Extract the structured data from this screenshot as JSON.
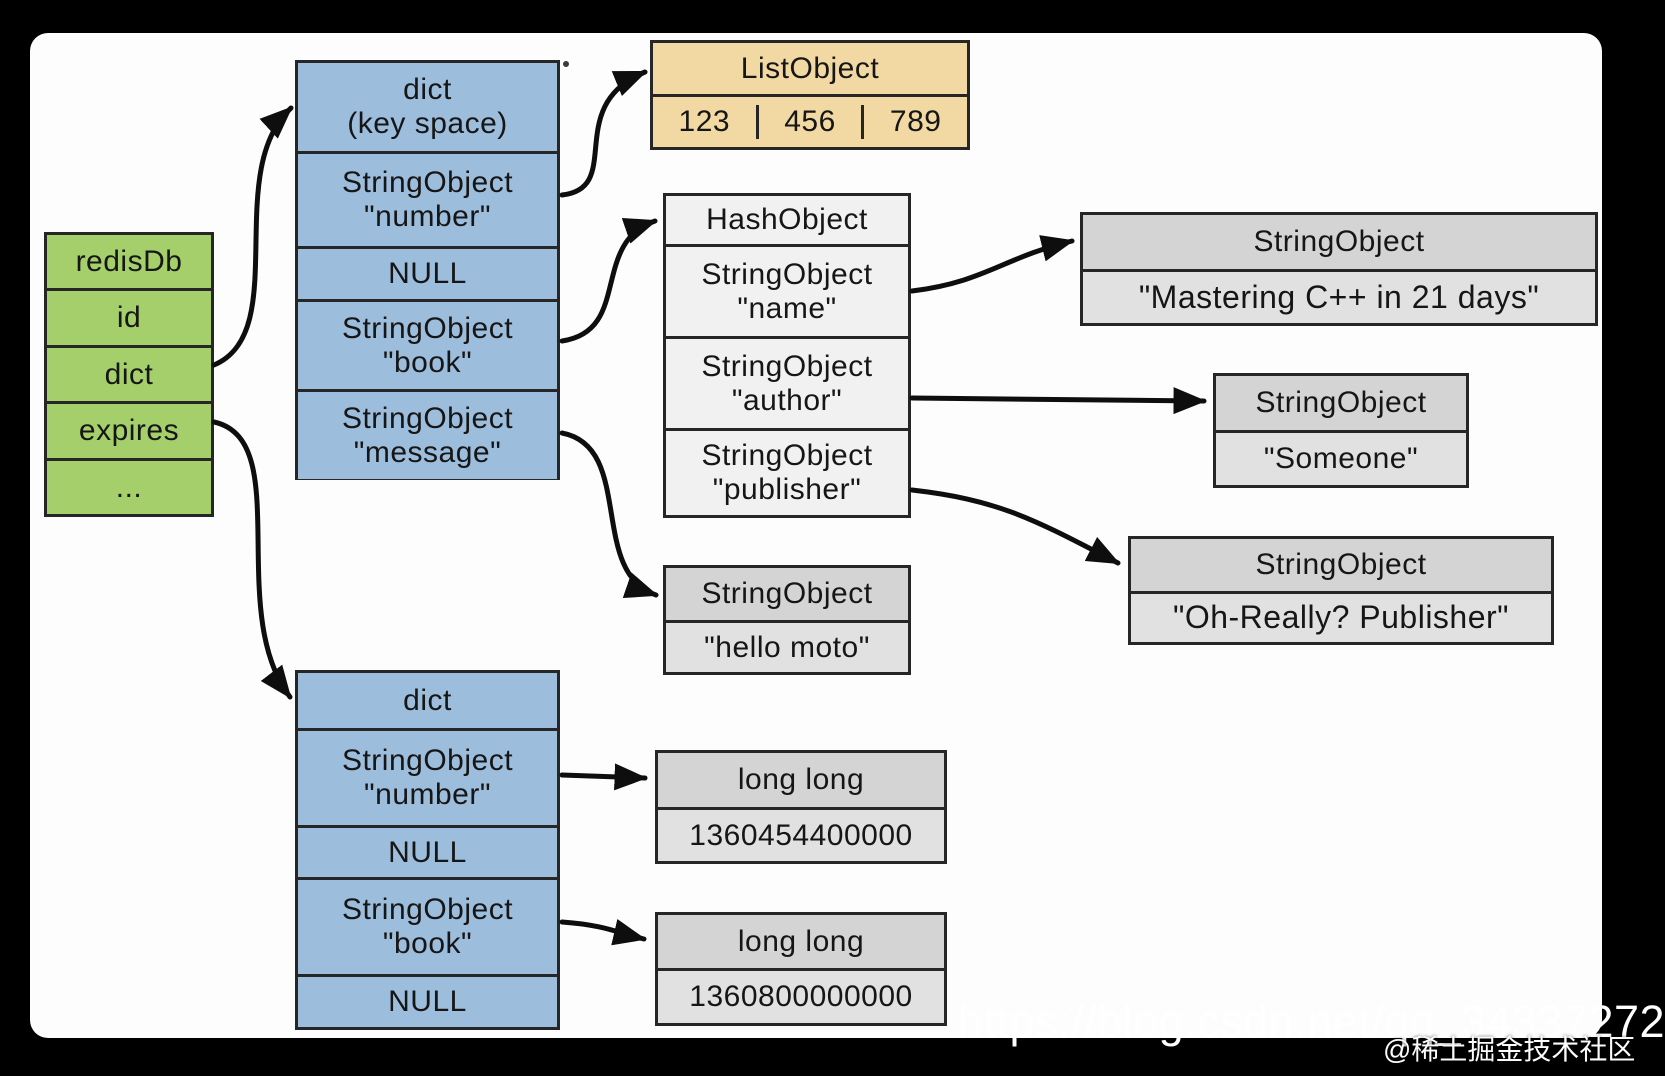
{
  "colors": {
    "green": "#a5cf6b",
    "blue": "#9dbddd",
    "tan": "#f2d8a3",
    "light": "#f1f1f1",
    "gray_head": "#d4d4d4",
    "gray_body": "#e1e1e1",
    "border": "#262626",
    "arrow": "#0e0e0e"
  },
  "nodes": {
    "redisdb": {
      "rows": [
        "redisDb",
        "id",
        "dict",
        "expires",
        "..."
      ]
    },
    "dict_keyspace": {
      "rows": [
        [
          "dict",
          "(key space)"
        ],
        [
          "StringObject",
          "\"number\""
        ],
        [
          "NULL"
        ],
        [
          "StringObject",
          "\"book\""
        ],
        [
          "StringObject",
          "\"message\""
        ]
      ]
    },
    "listobject": {
      "title": "ListObject",
      "cells": [
        "123",
        "456",
        "789"
      ]
    },
    "hashobject": {
      "rows": [
        [
          "HashObject"
        ],
        [
          "StringObject",
          "\"name\""
        ],
        [
          "StringObject",
          "\"author\""
        ],
        [
          "StringObject",
          "\"publisher\""
        ]
      ]
    },
    "string_mastering": {
      "title": "StringObject",
      "value": "\"Mastering C++ in 21 days\""
    },
    "string_someone": {
      "title": "StringObject",
      "value": "\"Someone\""
    },
    "string_publisher": {
      "title": "StringObject",
      "value": "\"Oh-Really? Publisher\""
    },
    "string_hello": {
      "title": "StringObject",
      "value": "\"hello moto\""
    },
    "dict_expires": {
      "rows": [
        [
          "dict"
        ],
        [
          "StringObject",
          "\"number\""
        ],
        [
          "NULL"
        ],
        [
          "StringObject",
          "\"book\""
        ],
        [
          "NULL"
        ]
      ]
    },
    "longlong_number": {
      "title": "long long",
      "value": "1360454400000"
    },
    "longlong_book": {
      "title": "long long",
      "value": "1360800000000"
    }
  },
  "watermark": {
    "url": "https://blog.csdn.net/qq_34337272",
    "badge": "@稀土掘金技术社区"
  }
}
